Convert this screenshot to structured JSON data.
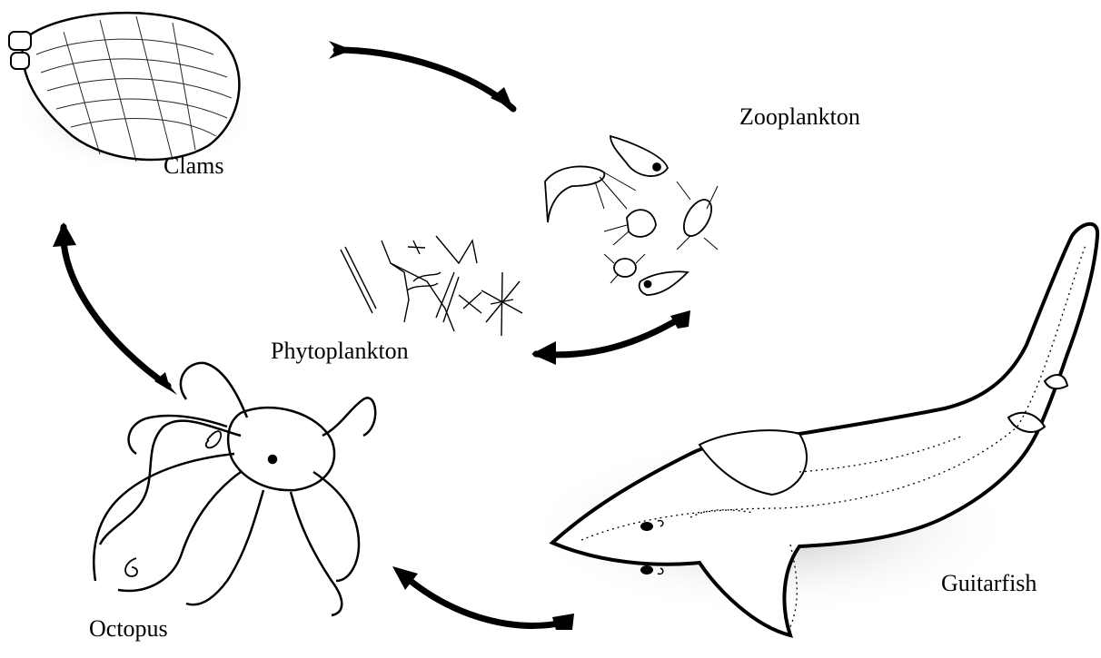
{
  "labels": {
    "zooplankton": "Zooplankton",
    "clams": "Clams",
    "phytoplankton": "Phytoplankton",
    "guitarfish": "Guitarfish",
    "octopus": "Octopus"
  },
  "colors": {
    "ink": "#000000",
    "background": "#ffffff",
    "shadow": "#9a9a9a"
  },
  "icons": [
    "clam-illustration",
    "zooplankton-illustration",
    "phytoplankton-illustration",
    "guitarfish-illustration",
    "octopus-illustration",
    "arrow"
  ]
}
